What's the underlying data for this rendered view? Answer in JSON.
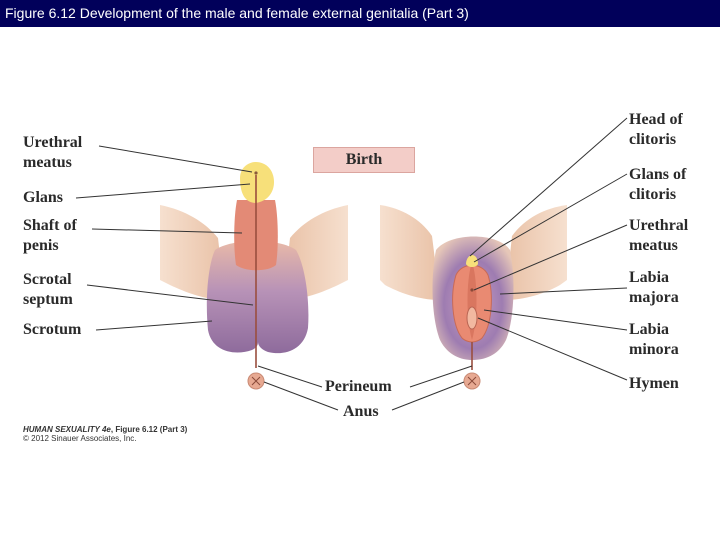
{
  "title": "Figure 6.12  Development of the male and female external genitalia (Part 3)",
  "stage_label": "Birth",
  "male_labels": {
    "urethral_meatus": [
      "Urethral",
      "meatus"
    ],
    "glans": "Glans",
    "shaft_of_penis": [
      "Shaft of",
      "penis"
    ],
    "scrotal_septum": [
      "Scrotal",
      "septum"
    ],
    "scrotum": "Scrotum"
  },
  "center_labels": {
    "perineum": "Perineum",
    "anus": "Anus"
  },
  "female_labels": {
    "head_of_clitoris": [
      "Head of",
      "clitoris"
    ],
    "glans_of_clitoris": [
      "Glans of",
      "clitoris"
    ],
    "urethral_meatus": [
      "Urethral",
      "meatus"
    ],
    "labia_majora": [
      "Labia",
      "majora"
    ],
    "labia_minora": [
      "Labia",
      "minora"
    ],
    "hymen": "Hymen"
  },
  "caption": {
    "book": "HUMAN SEXUALITY 4e",
    "figure": ", Figure 6.12 (Part 3)",
    "copyright": "© 2012 Sinauer Associates, Inc."
  },
  "colors": {
    "title_bar": "#01005a",
    "skin": "#f1d2bd",
    "glans": "#f7e07a",
    "shaft": "#e38a76",
    "scrotum": "#9a78a8",
    "stage_box": "#f3cdc8"
  }
}
